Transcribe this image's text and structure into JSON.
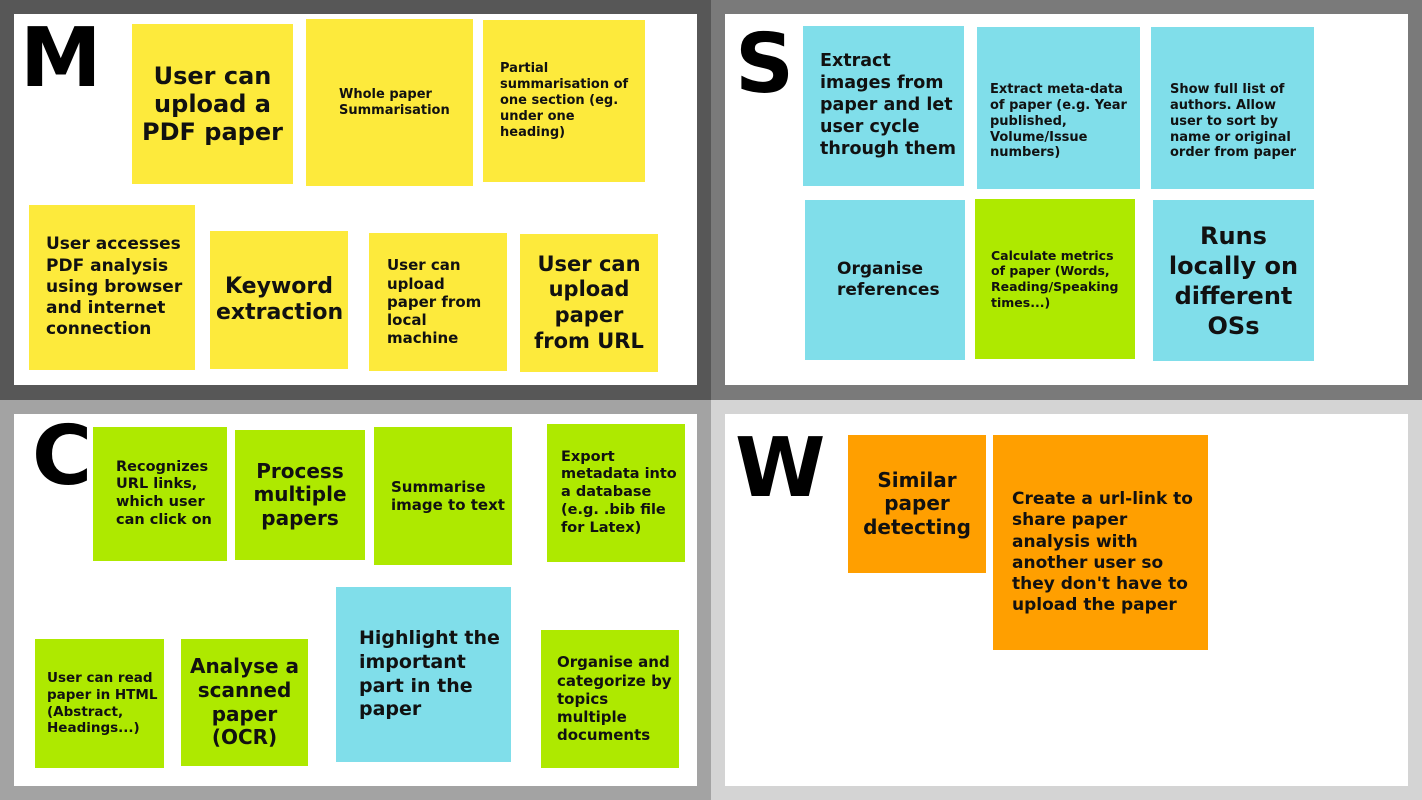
{
  "colors": {
    "yellow": "#fdea3c",
    "blue": "#80deea",
    "green": "#aee900",
    "orange": "#ff9f00"
  },
  "quadrants": {
    "must": {
      "letter": "M",
      "notes": [
        "User can upload a PDF paper",
        "Whole paper Summarisation",
        "Partial summarisation of one section (eg. under one heading)",
        "User accesses PDF analysis using browser and internet connection",
        "Keyword extraction",
        "User can upload paper from local machine",
        "User can upload paper from URL"
      ]
    },
    "should": {
      "letter": "S",
      "notes": [
        "Extract images from paper and let user cycle through them",
        "Extract meta-data of paper (e.g. Year published, Volume/Issue numbers)",
        "Show full list of authors. Allow user to sort by name or original order from paper",
        "Organise references",
        "Calculate metrics of paper (Words, Reading/Speaking times...)",
        "Runs locally on different OSs"
      ]
    },
    "could": {
      "letter": "C",
      "notes": [
        "Recognizes URL links, which user can click on",
        "Process multiple papers",
        "Summarise image to text",
        "Export metadata into a database (e.g. .bib file for Latex)",
        "User can read paper in HTML (Abstract, Headings...)",
        "Analyse a scanned paper (OCR)",
        "Highlight the important part in the paper",
        "Organise and categorize by topics multiple documents"
      ]
    },
    "wont": {
      "letter": "W",
      "notes": [
        "Similar paper detecting",
        "Create a url-link to share paper analysis with another user so they don't have to upload the paper"
      ]
    }
  }
}
